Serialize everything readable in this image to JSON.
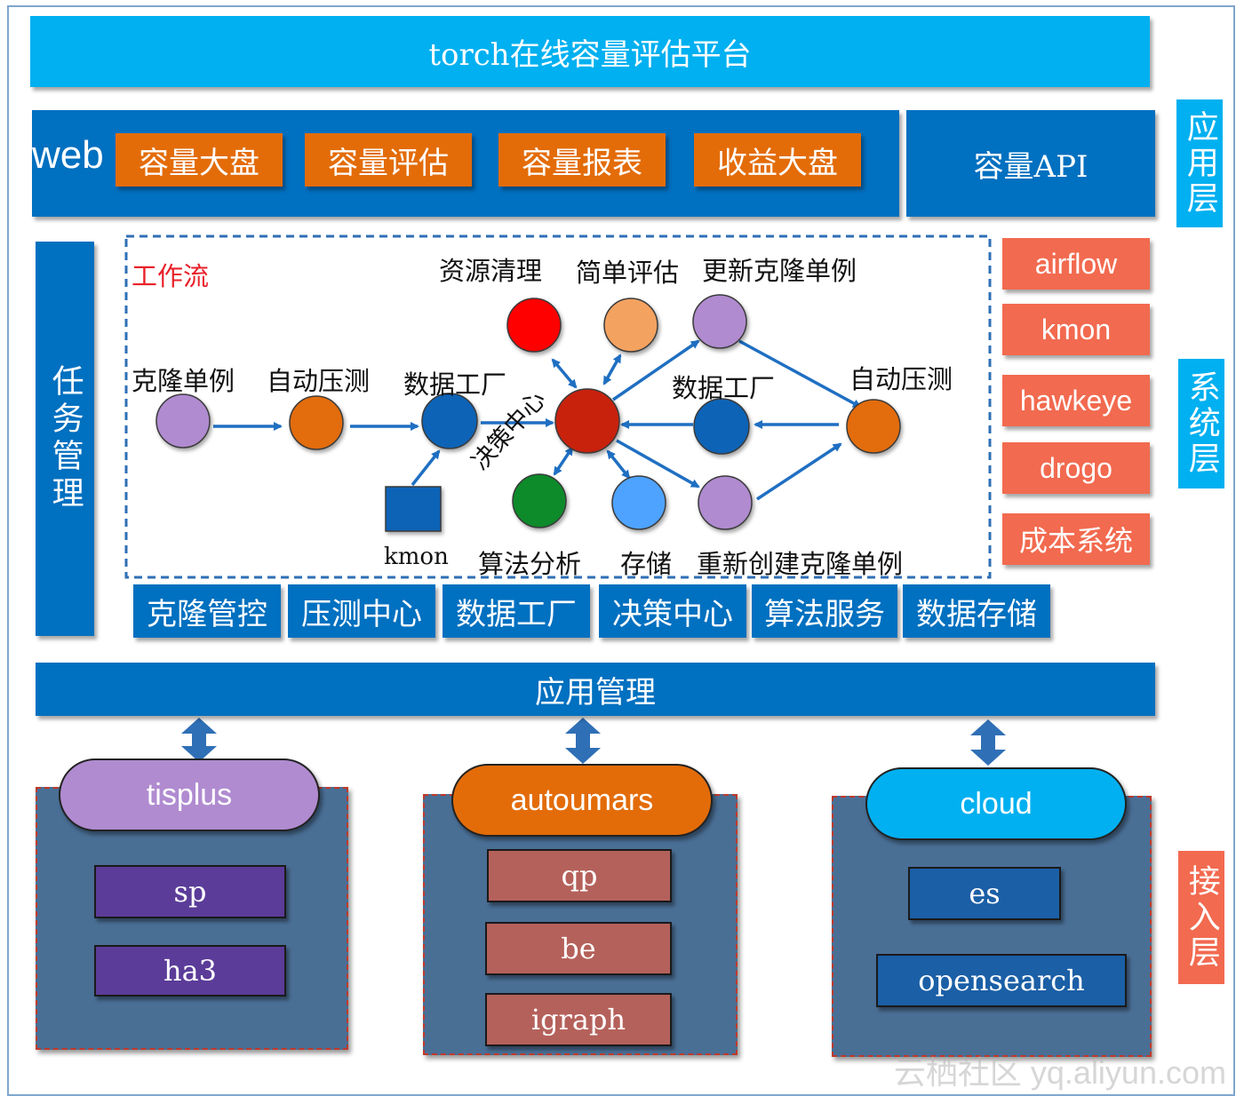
{
  "title": "torch在线容量评估平台",
  "web": {
    "label": "web",
    "buttons": [
      "容量大盘",
      "容量评估",
      "容量报表",
      "收益大盘"
    ]
  },
  "api": "容量API",
  "layers": {
    "application": "应用层",
    "system": "系统层",
    "access": "接入层"
  },
  "task_management": "任务管理",
  "workflow": {
    "title": "工作流",
    "nodes": {
      "clone_instance": "克隆单例",
      "auto_stress_1": "自动压测",
      "data_factory_1": "数据工厂",
      "kmon": "kmon",
      "decision_center": "决策中心",
      "resource_cleanup": "资源清理",
      "simple_eval": "简单评估",
      "update_clone": "更新克隆单例",
      "data_factory_2": "数据工厂",
      "auto_stress_2": "自动压测",
      "algorithm_analysis": "算法分析",
      "storage": "存储",
      "recreate_clone": "重新创建克隆单例"
    }
  },
  "systems": [
    "airflow",
    "kmon",
    "hawkeye",
    "drogo",
    "成本系统"
  ],
  "services": [
    "克隆管控",
    "压测中心",
    "数据工厂",
    "决策中心",
    "算法服务",
    "数据存储"
  ],
  "app_management": "应用管理",
  "access": {
    "tisplus": {
      "name": "tisplus",
      "items": [
        "sp",
        "ha3"
      ]
    },
    "autoumars": {
      "name": "autoumars",
      "items": [
        "qp",
        "be",
        "igraph"
      ]
    },
    "cloud": {
      "name": "cloud",
      "items": [
        "es",
        "opensearch"
      ]
    }
  },
  "watermark": "云栖社区 yq.aliyun.com",
  "colors": {
    "title_blue": "#00b0f0",
    "dark_blue": "#0070c0",
    "orange": "#e36c09",
    "salmon": "#f26a4f",
    "purple_node": "#b08bd0",
    "red_node": "#ff0000",
    "decision_red": "#c8200e",
    "green_node": "#0a8a2a"
  }
}
